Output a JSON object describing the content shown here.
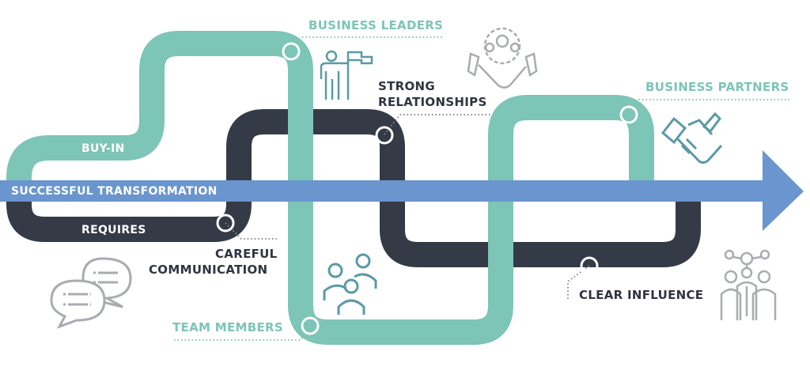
{
  "title": "SUCCESSFUL TRANSFORMATION",
  "path_labels": {
    "buy_in": "BUY-IN",
    "requires": "REQUIRES"
  },
  "callouts": {
    "business_leaders": "BUSINESS LEADERS",
    "strong_relationships_1": "STRONG",
    "strong_relationships_2": "RELATIONSHIPS",
    "business_partners": "BUSINESS PARTNERS",
    "careful_communication_1": "CAREFUL",
    "careful_communication_2": "COMMUNICATION",
    "team_members": "TEAM MEMBERS",
    "clear_influence": "CLEAR INFLUENCE"
  },
  "colors": {
    "teal": "#7cc5b7",
    "dark": "#353a47",
    "arrow": "#6a95cf",
    "icon_gray": "#a9acb0",
    "icon_teal": "#5a9aa6"
  }
}
